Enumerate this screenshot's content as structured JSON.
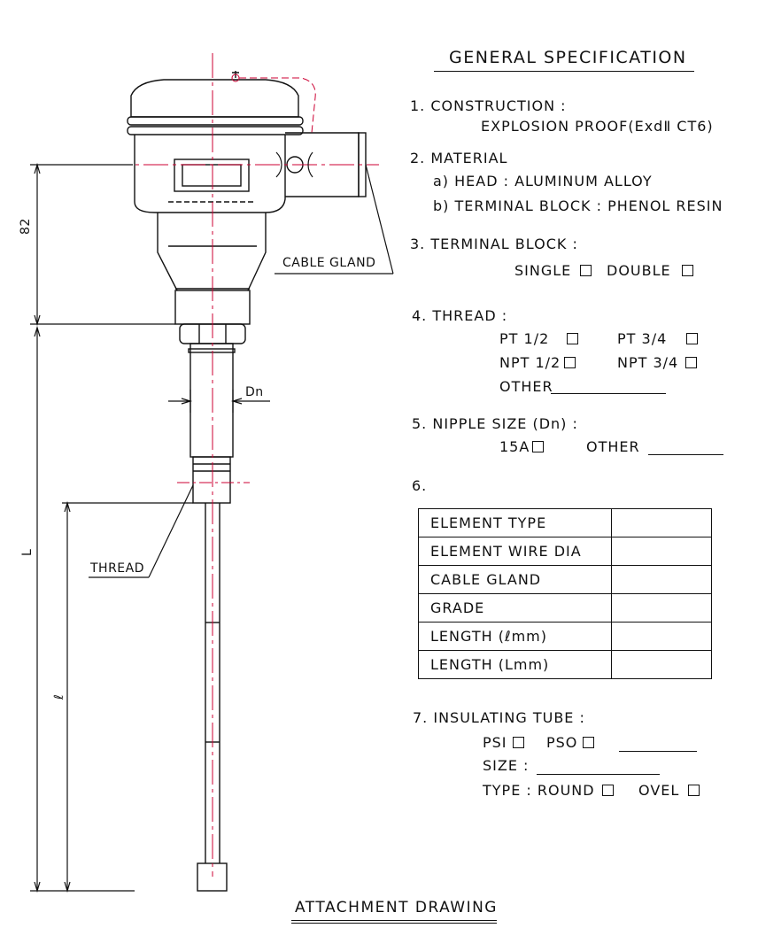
{
  "title": "GENERAL SPECIFICATION",
  "footer_title": "ATTACHMENT DRAWING",
  "drawing_labels": {
    "cable_gland": "CABLE GLAND",
    "thread": "THREAD",
    "dn": "Dn",
    "dim_82": "82",
    "dim_L": "L",
    "dim_l": "ℓ"
  },
  "spec": {
    "s1_heading": "1. CONSTRUCTION :",
    "s1_value": "EXPLOSION PROOF(ExdⅡ  CT6)",
    "s2_heading": "2. MATERIAL",
    "s2_a": "a) HEAD : ALUMINUM ALLOY",
    "s2_b": "b) TERMINAL BLOCK : PHENOL RESIN",
    "s3_heading": "3. TERMINAL BLOCK :",
    "s3_single": "SINGLE",
    "s3_double": "DOUBLE",
    "s4_heading": "4. THREAD :",
    "s4_pt12": "PT 1/2",
    "s4_pt34": "PT 3/4",
    "s4_npt12": "NPT 1/2",
    "s4_npt34": "NPT 3/4",
    "s4_other": "OTHER",
    "s5_heading": "5. NIPPLE SIZE (Dn) :",
    "s5_15a": "15A",
    "s5_other": "OTHER",
    "s6_heading": "6.",
    "table": [
      {
        "label": "ELEMENT TYPE",
        "value": ""
      },
      {
        "label": "ELEMENT WIRE DIA",
        "value": ""
      },
      {
        "label": "CABLE GLAND",
        "value": ""
      },
      {
        "label": "GRADE",
        "value": ""
      },
      {
        "label": "LENGTH (ℓmm)",
        "value": ""
      },
      {
        "label": "LENGTH (Lmm)",
        "value": ""
      }
    ],
    "s7_heading": "7. INSULATING TUBE :",
    "s7_psi": "PSI",
    "s7_pso": "PSO",
    "s7_size": "SIZE :",
    "s7_type": "TYPE : ROUND",
    "s7_ovel": "OVEL"
  },
  "colors": {
    "centerline": "#cc0033",
    "ink": "#111111"
  }
}
